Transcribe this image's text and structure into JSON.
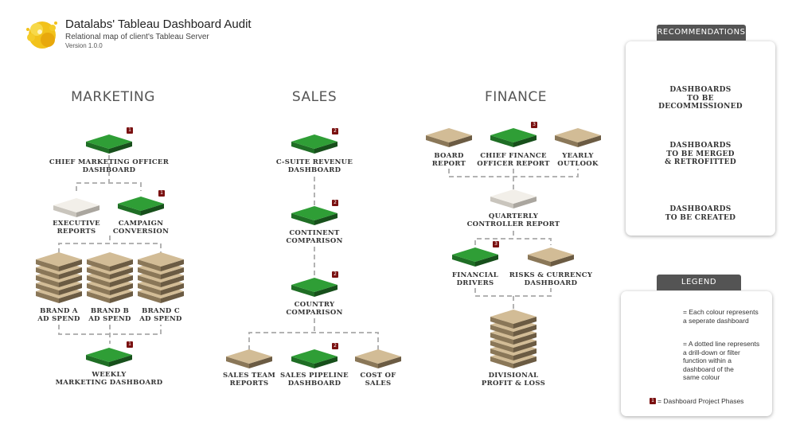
{
  "header": {
    "title": "Datalabs' Tableau Dashboard Audit",
    "subtitle": "Relational map of client's Tableau Server",
    "version": "Version 1.0.0"
  },
  "colors": {
    "green": "#2f9e36",
    "tan": "#d2bc96",
    "white_tile": "#f2efe9",
    "badge": "#7a1010",
    "panel_header": "#545454"
  },
  "sections": {
    "marketing": "MARKETING",
    "sales": "SALES",
    "finance": "FINANCE"
  },
  "nodes": {
    "cmo": {
      "label": "CHIEF MARKETING OFFICER\nDASHBOARD",
      "badge": "1"
    },
    "exec": {
      "label": "EXECUTIVE\nREPORTS"
    },
    "campaign": {
      "label": "CAMPAIGN\nCONVERSION",
      "badge": "1"
    },
    "brand_a": {
      "label": "BRAND A\nAD SPEND"
    },
    "brand_b": {
      "label": "BRAND B\nAD SPEND"
    },
    "brand_c": {
      "label": "BRAND C\nAD SPEND"
    },
    "weekly": {
      "label": "WEEKLY\nMARKETING DASHBOARD",
      "badge": "1"
    },
    "csuite": {
      "label": "C-SUITE REVENUE\nDASHBOARD",
      "badge": "2"
    },
    "continent": {
      "label": "CONTINENT\nCOMPARISON",
      "badge": "2"
    },
    "country": {
      "label": "COUNTRY\nCOMPARISON",
      "badge": "2"
    },
    "sales_team": {
      "label": "SALES TEAM\nREPORTS"
    },
    "pipeline": {
      "label": "SALES PIPELINE\nDASHBOARD",
      "badge": "2"
    },
    "cost": {
      "label": "COST OF\nSALES"
    },
    "board": {
      "label": "BOARD\nREPORT"
    },
    "cfo": {
      "label": "CHIEF FINANCE\nOFFICER REPORT",
      "badge": "3"
    },
    "yearly": {
      "label": "YEARLY\nOUTLOOK"
    },
    "quarterly": {
      "label": "QUARTERLY\nCONTROLLER REPORT"
    },
    "drivers": {
      "label": "FINANCIAL\nDRIVERS",
      "badge": "3"
    },
    "risks": {
      "label": "RISKS & CURRENCY\nDASHBOARD"
    },
    "divisional": {
      "label": "DIVISIONAL\nPROFIT & LOSS"
    }
  },
  "recommendations": {
    "header": "RECOMMENDATIONS",
    "items": [
      "DASHBOARDS\nTO BE DECOMMISSIONED",
      "DASHBOARDS\nTO BE MERGED\n& RETROFITTED",
      "DASHBOARDS\nTO BE CREATED"
    ]
  },
  "legend": {
    "header": "LEGEND",
    "item1": "= Each colour represents\n   a seperate dashboard",
    "item2": "= A dotted line represents\n   a drill-down or filter\n   function within a\n   dashboard of the\n   same colour",
    "badge": "1",
    "item3": "= Dashboard Project Phases"
  }
}
